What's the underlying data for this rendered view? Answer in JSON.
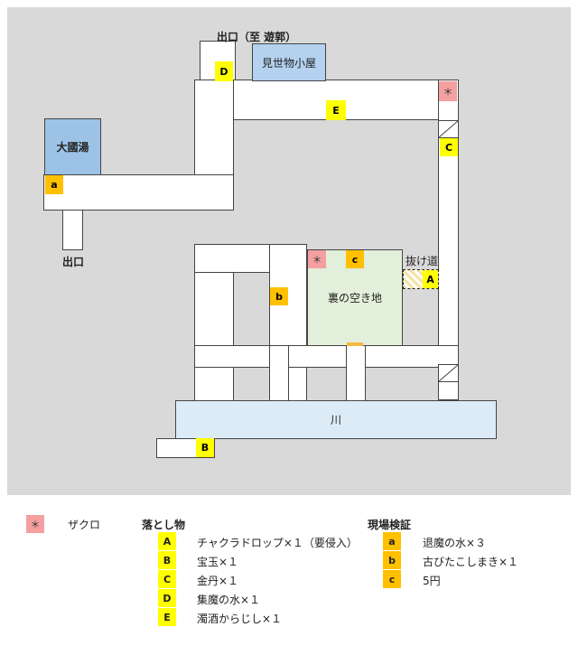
{
  "map": {
    "rooms": {
      "misemono": "見世物小屋",
      "daikokuyu": "大國湯",
      "ura_akichi": "裏の空き地",
      "kawa": "川"
    },
    "labels": {
      "exit_top": "出口（至 遊郭）",
      "exit_left": "出口",
      "nukemichi": "抜け道"
    },
    "markers": {
      "A": "A",
      "B": "B",
      "C": "C",
      "D": "D",
      "E": "E",
      "a": "a",
      "b": "b",
      "c": "c",
      "zakuro": "＊"
    }
  },
  "legend": {
    "zakuro_symbol": "＊",
    "zakuro_label": "ザクロ",
    "drops_title": "落とし物",
    "drops": [
      {
        "key": "A",
        "text": "チャクラドロップ×１（要侵入）"
      },
      {
        "key": "B",
        "text": "宝玉×１"
      },
      {
        "key": "C",
        "text": "金丹×１"
      },
      {
        "key": "D",
        "text": "集魔の水×１"
      },
      {
        "key": "E",
        "text": "濁酒からじし×１"
      }
    ],
    "inspect_title": "現場検証",
    "inspect": [
      {
        "key": "a",
        "text": "退魔の水×３"
      },
      {
        "key": "b",
        "text": "古びたこしまき×１"
      },
      {
        "key": "c",
        "text": "5円"
      }
    ]
  },
  "colors": {
    "drop_marker": "#ffff00",
    "inspect_marker": "#ffc000",
    "zakuro_marker": "#f4a0a0",
    "misemono": "#b4d2f0",
    "daikokuyu": "#9cc3e6",
    "ura_akichi": "#e2efda",
    "kawa": "#ddebf7",
    "background": "#d9d9d9"
  }
}
